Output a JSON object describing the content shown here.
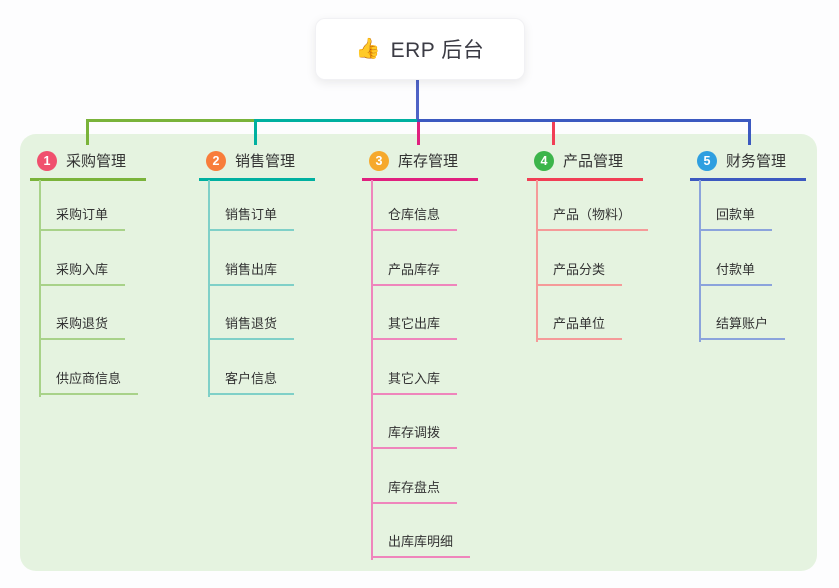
{
  "root": {
    "icon": "👍",
    "title": "ERP 后台"
  },
  "branches": [
    {
      "num": "1",
      "label": "采购管理",
      "badge_color": "#f0506e",
      "line_color": "#7ab33a",
      "child_line_color": "#a8d289",
      "children": [
        "采购订单",
        "采购入库",
        "采购退货",
        "供应商信息"
      ]
    },
    {
      "num": "2",
      "label": "销售管理",
      "badge_color": "#f87d3b",
      "line_color": "#00b0a0",
      "child_line_color": "#7fd0c8",
      "children": [
        "销售订单",
        "销售出库",
        "销售退货",
        "客户信息"
      ]
    },
    {
      "num": "3",
      "label": "库存管理",
      "badge_color": "#f6a92c",
      "line_color": "#e0207f",
      "child_line_color": "#ef85bc",
      "children": [
        "仓库信息",
        "产品库存",
        "其它出库",
        "其它入库",
        "库存调拨",
        "库存盘点",
        "出库库明细"
      ]
    },
    {
      "num": "4",
      "label": "产品管理",
      "badge_color": "#3cb54b",
      "line_color": "#f13e55",
      "child_line_color": "#f59a99",
      "children": [
        "产品（物料）",
        "产品分类",
        "产品单位"
      ]
    },
    {
      "num": "5",
      "label": "财务管理",
      "badge_color": "#2e9fe0",
      "line_color": "#3c59c0",
      "child_line_color": "#8ba3dc",
      "children": [
        "回款单",
        "付款单",
        "结算账户"
      ]
    }
  ],
  "colors": {
    "page_bg": "#fdfdfe",
    "panel_bg": "#e5f3e0",
    "root_connector": "#4f63c6",
    "text": "#333333"
  }
}
